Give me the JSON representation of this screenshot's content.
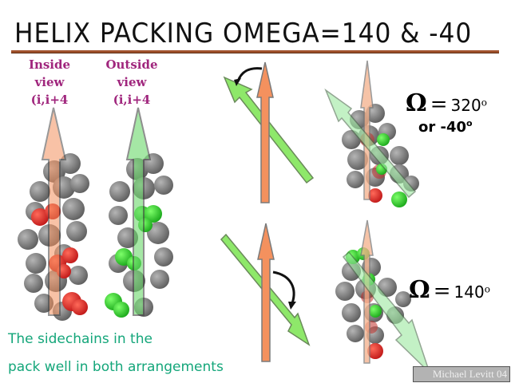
{
  "title": "HELIX PACKING OMEGA=140 & -40",
  "views": {
    "inside": {
      "line1": "Inside",
      "line2": "view",
      "line3": "(i,i+4"
    },
    "outside": {
      "line1": "Outside",
      "line2": "view",
      "line3": "(i,i+4"
    }
  },
  "omega_top": {
    "symbol": "Ω",
    "equals": "=",
    "value": "320",
    "degree": "o",
    "alt": "or -40",
    "alt_degree": "o"
  },
  "omega_bottom": {
    "symbol": "Ω",
    "equals": "=",
    "value": "140",
    "degree": "o"
  },
  "caption": {
    "line1": "The sidechains in the",
    "line2": "pack well in both arrangements"
  },
  "credit": "Michael Levitt 04",
  "colors": {
    "orange_arrow": "#f4915e",
    "green_arrow": "#8ee86a",
    "atom_gray": "#7d7d7d",
    "sidechain_red": "#e23030",
    "sidechain_green": "#33cc33",
    "label_magenta": "#a0267d",
    "caption_teal": "#14a67a",
    "underline": "#a0522d"
  }
}
